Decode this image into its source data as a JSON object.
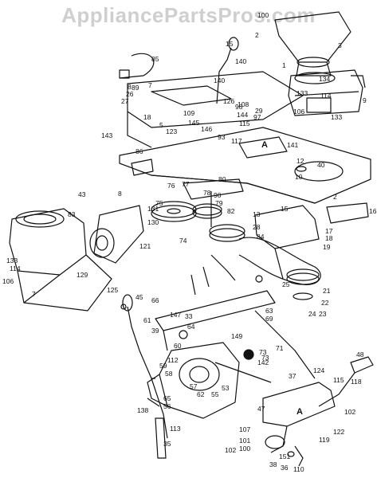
{
  "watermark": "AppliancePartsPros.com",
  "callout_A_left": "A",
  "callout_A_right": "A",
  "labels": [
    "85",
    "140",
    "140",
    "15",
    "100",
    "2",
    "3",
    "1",
    "134",
    "114",
    "9",
    "133",
    "133",
    "7",
    "8",
    "126",
    "109",
    "145",
    "146",
    "144",
    "143",
    "26",
    "18",
    "89",
    "27",
    "5",
    "98",
    "123",
    "97",
    "115",
    "117",
    "106",
    "93",
    "29",
    "86",
    "141",
    "10",
    "40",
    "12",
    "80",
    "90",
    "75",
    "76",
    "77",
    "78",
    "79",
    "82",
    "121",
    "130",
    "74",
    "131",
    "83",
    "43",
    "8",
    "114",
    "106",
    "133",
    "129",
    "125",
    "7",
    "2",
    "13",
    "33",
    "73",
    "84",
    "108",
    "102",
    "28",
    "15",
    "16",
    "17",
    "18",
    "19",
    "21",
    "22",
    "23",
    "25",
    "24",
    "66",
    "45",
    "61",
    "64",
    "147",
    "63",
    "69",
    "71",
    "112",
    "149",
    "142",
    "48",
    "59",
    "58",
    "60",
    "65",
    "56",
    "57",
    "62",
    "113",
    "55",
    "138",
    "35",
    "73",
    "37",
    "124",
    "119",
    "122",
    "115",
    "118",
    "102",
    "107",
    "101",
    "100",
    "151",
    "38",
    "36",
    "110",
    "53",
    "47",
    "39"
  ]
}
